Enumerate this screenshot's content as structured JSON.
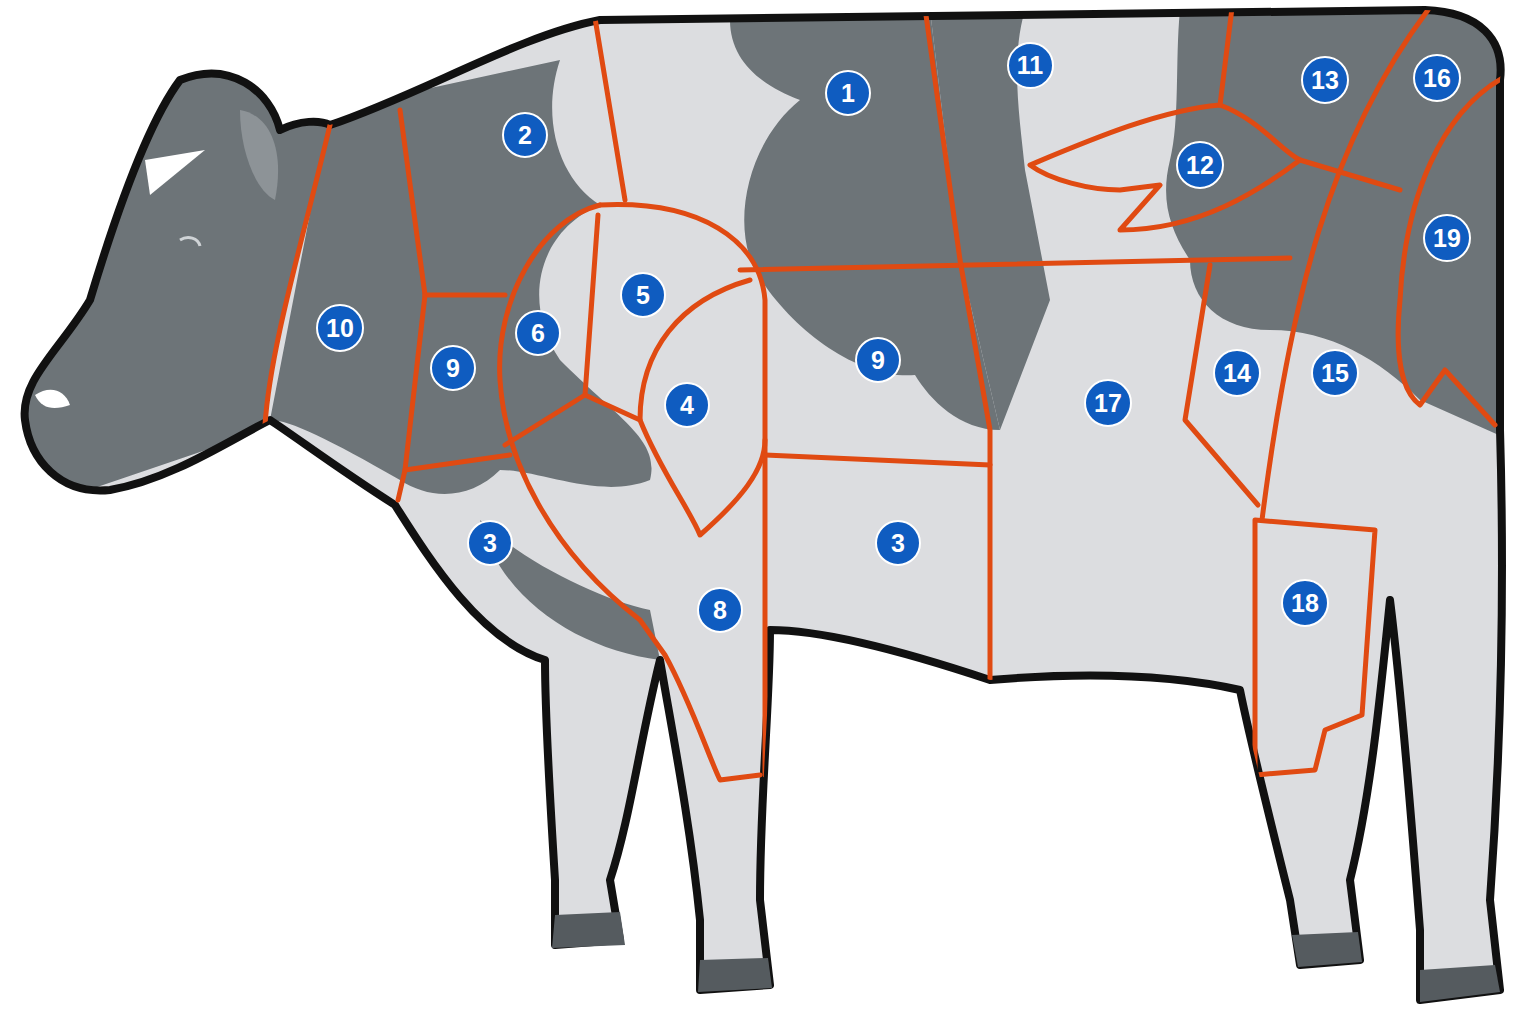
{
  "diagram": {
    "labels": [
      "11",
      "16",
      "13",
      "1",
      "2",
      "12",
      "19",
      "5",
      "10",
      "6",
      "9",
      "9",
      "14",
      "15",
      "17",
      "4",
      "3",
      "3",
      "18",
      "8"
    ]
  }
}
